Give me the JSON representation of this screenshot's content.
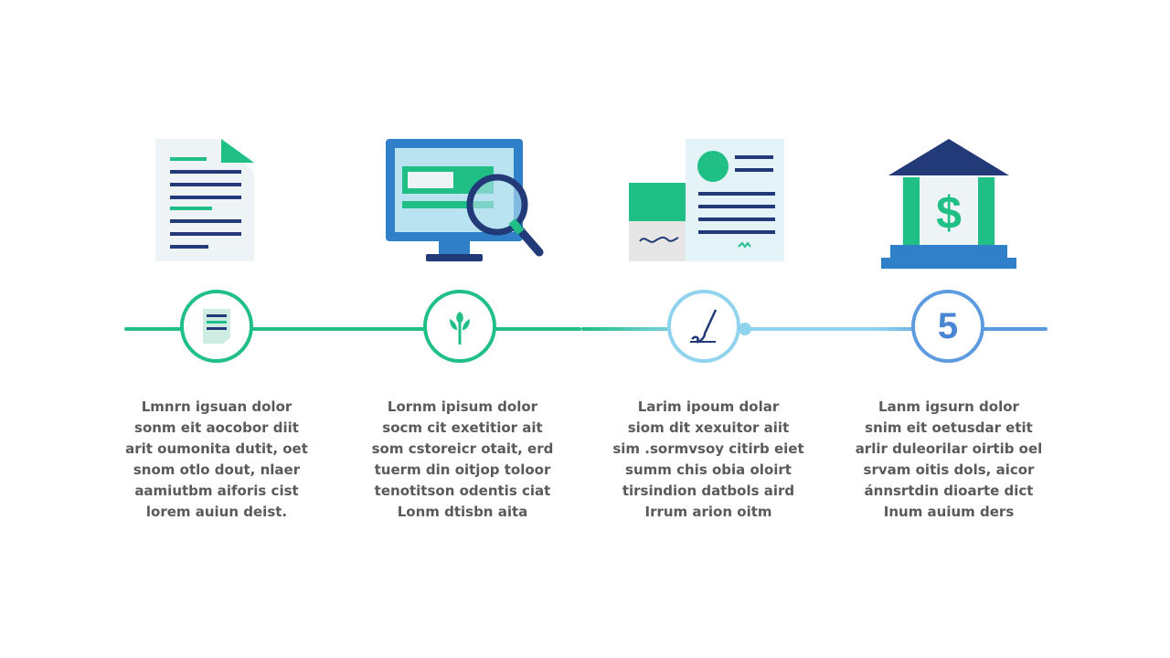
{
  "colors": {
    "green": "#1fbf86",
    "light_blue": "#8fd3ef",
    "blue": "#5d9be0",
    "navy": "#233a78",
    "mid_blue": "#2f7fc9"
  },
  "steps": [
    {
      "icon": "document-icon",
      "node_icon": "document-icon",
      "lines": [
        "Lmnrn igsuan dolor",
        "sonm eit aocobor diit",
        "arit oumonita dutit, oet",
        "snom otlo dout, nlaer",
        "aamiutbm aiforis cist",
        "lorem auiun deist."
      ]
    },
    {
      "icon": "monitor-search-icon",
      "node_icon": "sprout-icon",
      "lines": [
        "Lornm ipisum dolor",
        "socm cit exetitior ait",
        "som cstoreicr otait, erd",
        "tuerm din oitjop toloor",
        "tenotitson odentis ciat",
        "Lonm dtisbn aita"
      ]
    },
    {
      "icon": "signed-contract-icon",
      "node_icon": "signature-icon",
      "lines": [
        "Larim ipoum dolar",
        "siom dit xexuitor aiit",
        "sim .sormvsoy citirb eiet",
        "summ chis obia oloirt",
        "tirsindion datbols aird",
        "Irrum arion oitm"
      ]
    },
    {
      "icon": "bank-dollar-icon",
      "node_label": "5",
      "lines": [
        "Lanm igsurn dolor",
        "snim eit oetusdar etit",
        "arlir duleorilar oirtib oel",
        "srvam oitis dols, aicor",
        "ánnsrtdin dioarte dict",
        "Inum auium ders"
      ]
    }
  ]
}
